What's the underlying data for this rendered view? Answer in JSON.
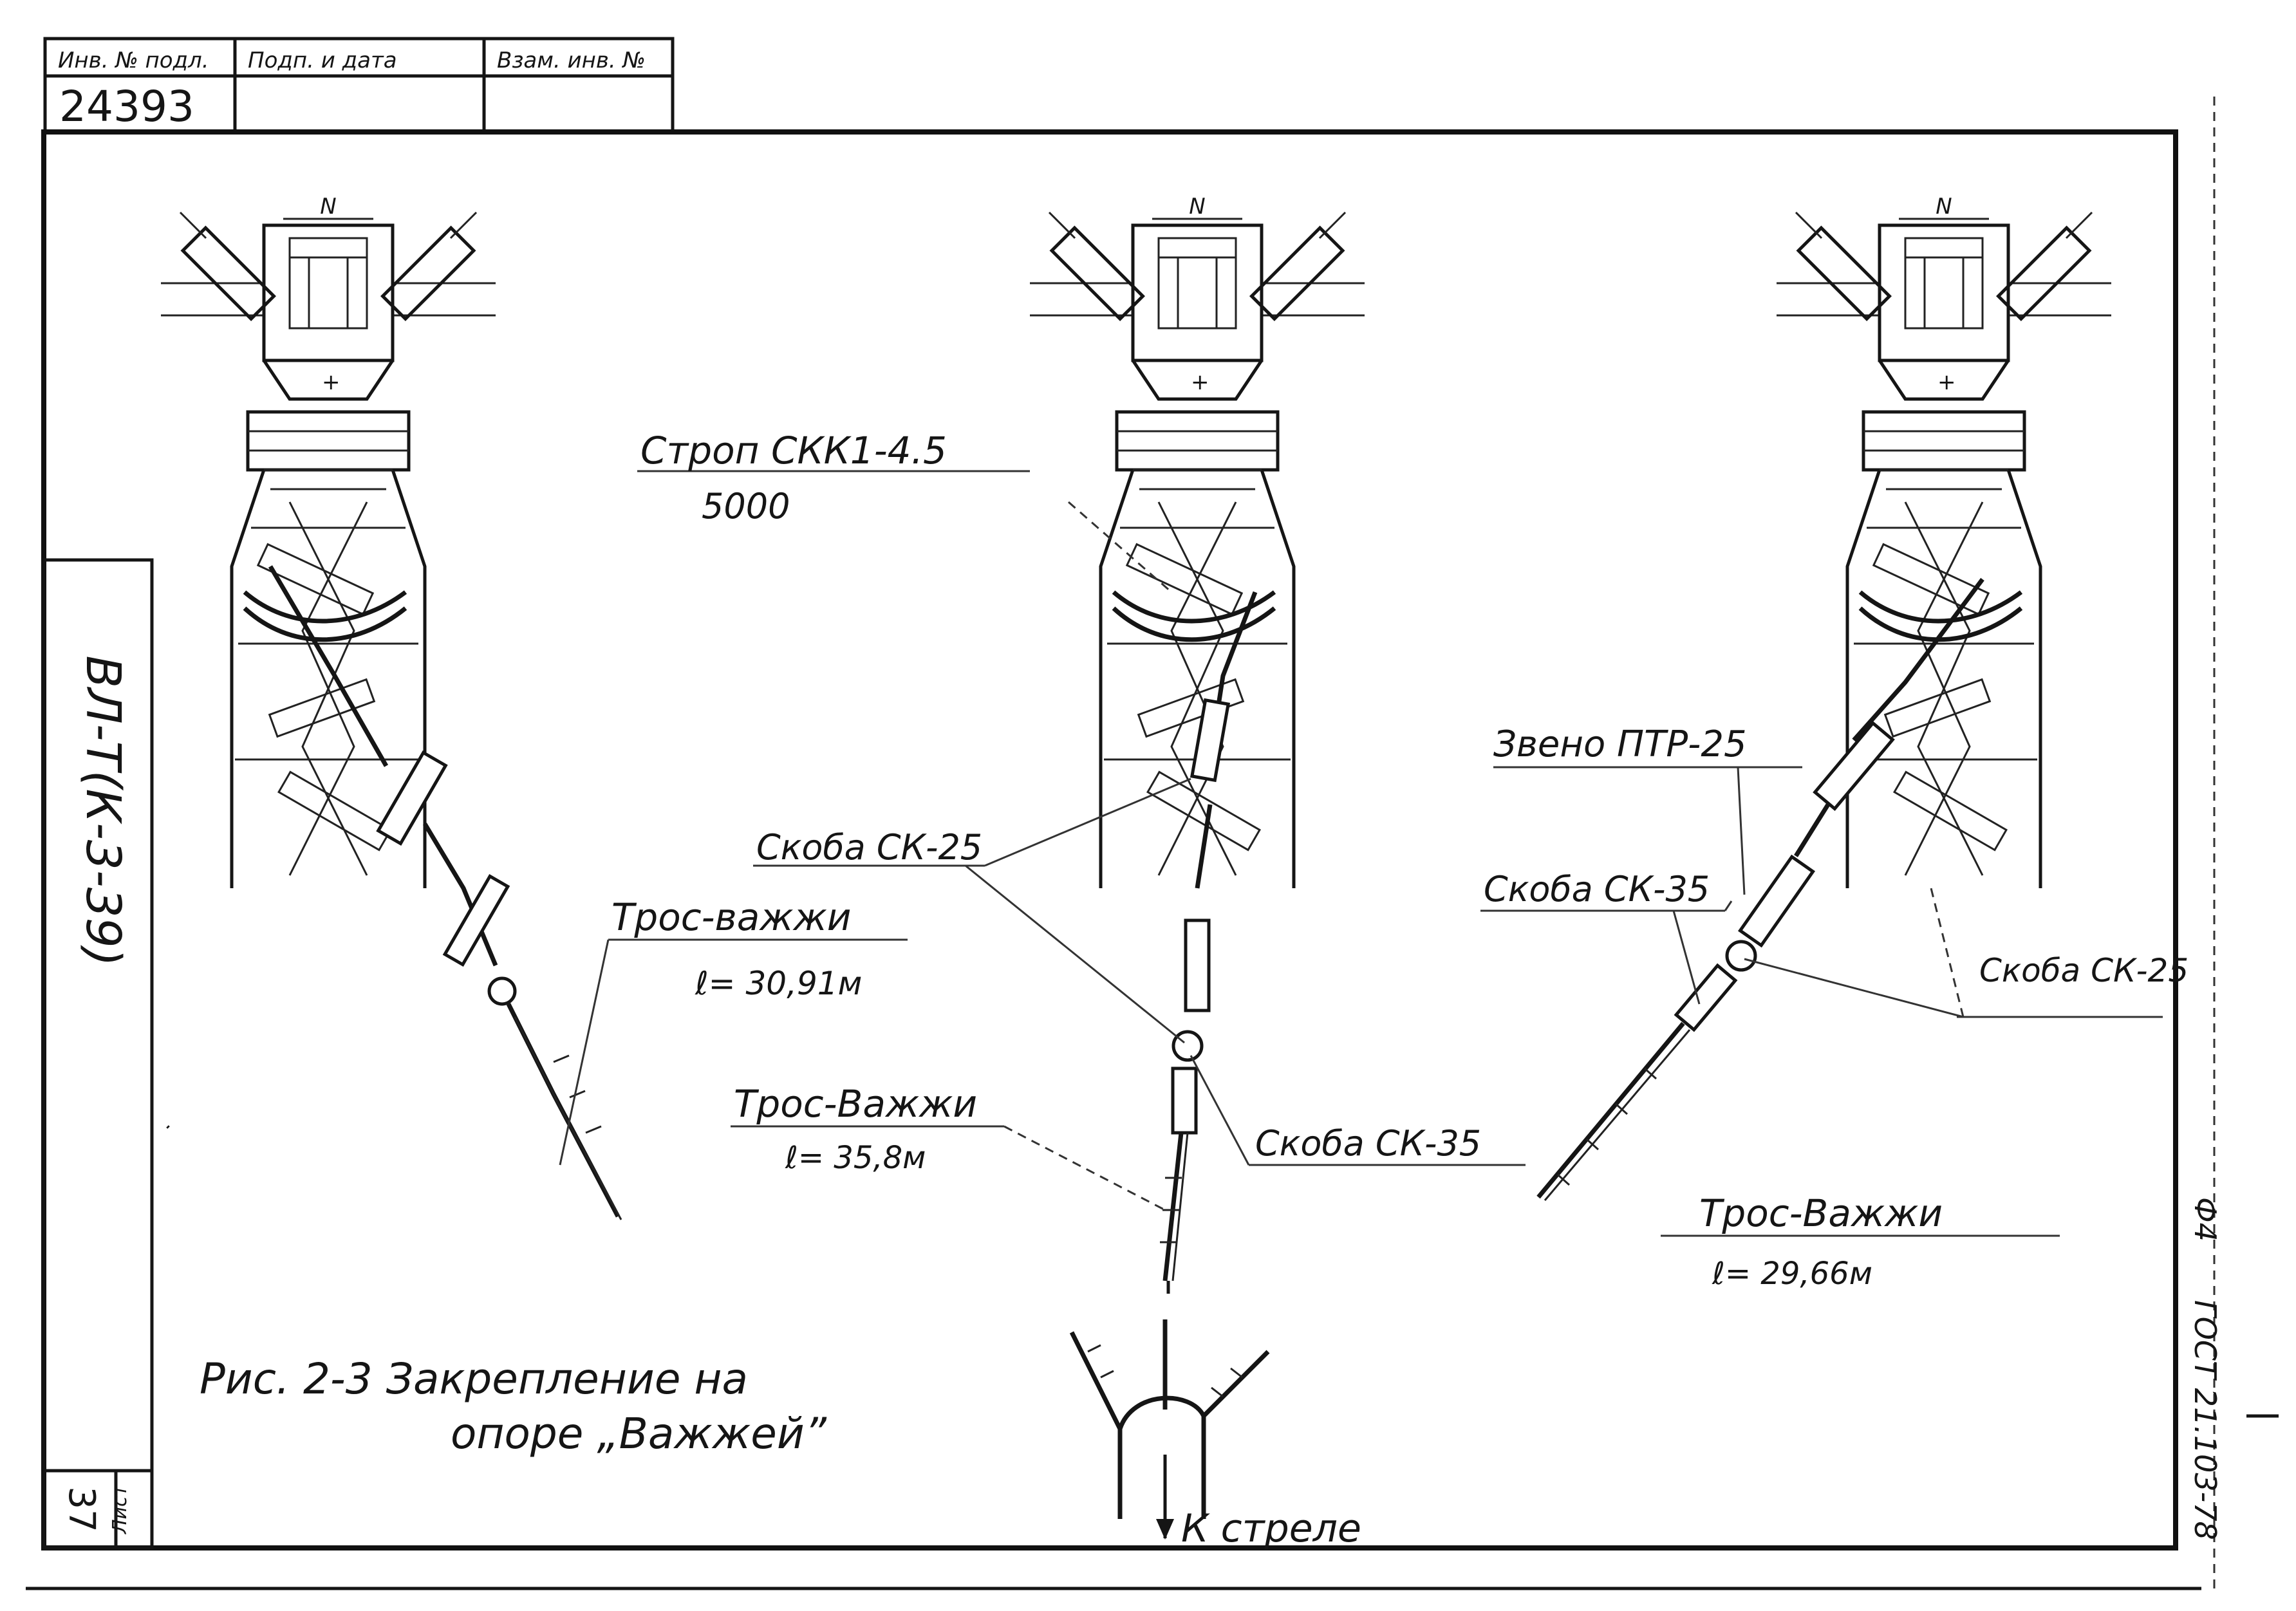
{
  "stamp": {
    "header_cells": [
      "Инв. № подл.",
      "Подп. и дата",
      "Взам. инв. №"
    ],
    "inventory_number": "24393"
  },
  "side_title": "ВЛ-Т(К-3-39)",
  "sheet_label": "Лист",
  "sheet_number": "37",
  "format_label": "Ф4",
  "standard_code": "ГОСТ 21.103-78",
  "figure_caption_line1": "Рис. 2-3  Закрепление на",
  "figure_caption_line2": "опоре „Важжей”",
  "to_boom_label": "К стреле",
  "labels": {
    "strap_name": "Строп СКК1-4.5",
    "strap_length": "5000",
    "link": "Звено ПТР-25",
    "shackle_25_center": "Скоба СК-25",
    "shackle_35_center": "Скоба СК-35",
    "shackle_35_right": "Скоба СК-35",
    "shackle_25_right": "Скоба СК-25"
  },
  "ropes": [
    {
      "name": "Трос-важжи",
      "length": "ℓ= 30,91м"
    },
    {
      "name": "Трос-Важжи",
      "length": "ℓ= 35,8м"
    },
    {
      "name": "Трос-Важжи",
      "length": "ℓ= 29,66м"
    }
  ]
}
